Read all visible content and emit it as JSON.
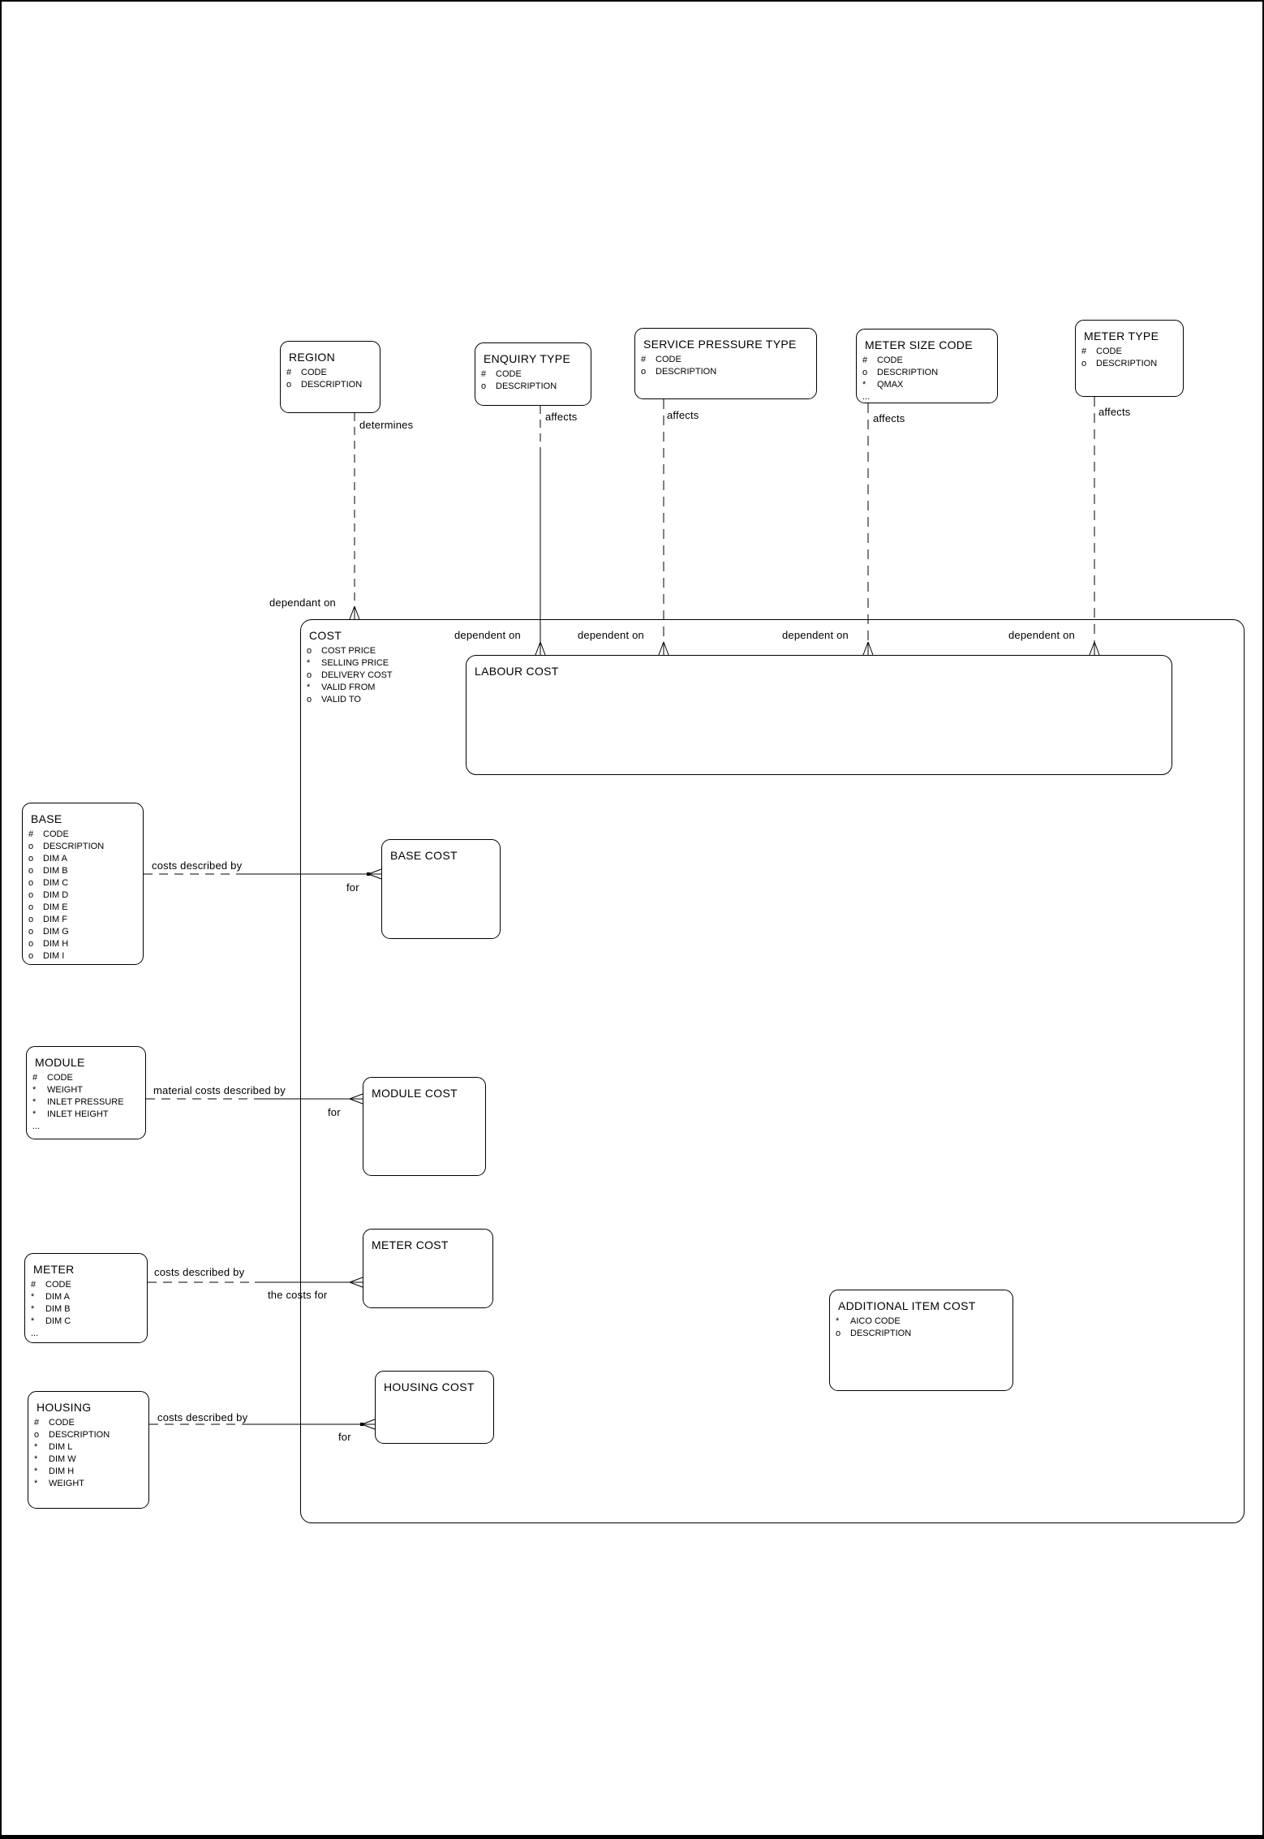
{
  "diagram": {
    "colors": {
      "line": "#000000",
      "background": "#ffffff"
    },
    "entities": {
      "region": {
        "title": "REGION",
        "attributes": [
          {
            "m": "#",
            "n": "CODE"
          },
          {
            "m": "o",
            "n": "DESCRIPTION"
          }
        ]
      },
      "enquiry_type": {
        "title": "ENQUIRY TYPE",
        "attributes": [
          {
            "m": "#",
            "n": "CODE"
          },
          {
            "m": "o",
            "n": "DESCRIPTION"
          }
        ]
      },
      "service_pressure_type": {
        "title": "SERVICE PRESSURE TYPE",
        "attributes": [
          {
            "m": "#",
            "n": "CODE"
          },
          {
            "m": "o",
            "n": "DESCRIPTION"
          }
        ]
      },
      "meter_size_code": {
        "title": "METER SIZE CODE",
        "attributes": [
          {
            "m": "#",
            "n": "CODE"
          },
          {
            "m": "o",
            "n": "DESCRIPTION"
          },
          {
            "m": "*",
            "n": "QMAX"
          },
          {
            "m": "...",
            "n": ""
          }
        ]
      },
      "meter_type": {
        "title": "METER TYPE",
        "attributes": [
          {
            "m": "#",
            "n": "CODE"
          },
          {
            "m": "o",
            "n": "DESCRIPTION"
          }
        ]
      },
      "cost": {
        "title": "COST",
        "attributes": [
          {
            "m": "o",
            "n": "COST PRICE"
          },
          {
            "m": "*",
            "n": "SELLING PRICE"
          },
          {
            "m": "o",
            "n": "DELIVERY COST"
          },
          {
            "m": "*",
            "n": "VALID FROM"
          },
          {
            "m": "o",
            "n": "VALID TO"
          }
        ]
      },
      "labour_cost": {
        "title": "LABOUR COST",
        "attributes": []
      },
      "base": {
        "title": "BASE",
        "attributes": [
          {
            "m": "#",
            "n": "CODE"
          },
          {
            "m": "o",
            "n": "DESCRIPTION"
          },
          {
            "m": "o",
            "n": "DIM A"
          },
          {
            "m": "o",
            "n": "DIM B"
          },
          {
            "m": "o",
            "n": "DIM C"
          },
          {
            "m": "o",
            "n": "DIM D"
          },
          {
            "m": "o",
            "n": "DIM E"
          },
          {
            "m": "o",
            "n": "DIM F"
          },
          {
            "m": "o",
            "n": "DIM G"
          },
          {
            "m": "o",
            "n": "DIM H"
          },
          {
            "m": "o",
            "n": "DIM I"
          }
        ]
      },
      "base_cost": {
        "title": "BASE COST",
        "attributes": []
      },
      "module": {
        "title": "MODULE",
        "attributes": [
          {
            "m": "#",
            "n": "CODE"
          },
          {
            "m": "*",
            "n": "WEIGHT"
          },
          {
            "m": "*",
            "n": "INLET PRESSURE"
          },
          {
            "m": "*",
            "n": "INLET HEIGHT"
          },
          {
            "m": "...",
            "n": ""
          }
        ]
      },
      "module_cost": {
        "title": "MODULE COST",
        "attributes": []
      },
      "meter": {
        "title": "METER",
        "attributes": [
          {
            "m": "#",
            "n": "CODE"
          },
          {
            "m": "*",
            "n": "DIM A"
          },
          {
            "m": "*",
            "n": "DIM B"
          },
          {
            "m": "*",
            "n": "DIM C"
          },
          {
            "m": "...",
            "n": ""
          }
        ]
      },
      "meter_cost": {
        "title": "METER COST",
        "attributes": []
      },
      "housing": {
        "title": "HOUSING",
        "attributes": [
          {
            "m": "#",
            "n": "CODE"
          },
          {
            "m": "o",
            "n": "DESCRIPTION"
          },
          {
            "m": "*",
            "n": "DIM L"
          },
          {
            "m": "*",
            "n": "DIM W"
          },
          {
            "m": "*",
            "n": "DIM H"
          },
          {
            "m": "*",
            "n": "WEIGHT"
          }
        ]
      },
      "housing_cost": {
        "title": "HOUSING COST",
        "attributes": []
      },
      "additional_item_cost": {
        "title": "ADDITIONAL ITEM COST",
        "attributes": [
          {
            "m": "*",
            "n": "AICO CODE"
          },
          {
            "m": "o",
            "n": "DESCRIPTION"
          }
        ]
      }
    },
    "relationships": {
      "region_cost": {
        "from_label": "determines",
        "to_label": "dependant on"
      },
      "enquiry_labour": {
        "from_label": "affects",
        "to_label": "dependent on"
      },
      "service_labour": {
        "from_label": "affects",
        "to_label": "dependent on"
      },
      "meter_size_labour": {
        "from_label": "affects",
        "to_label": "dependent on"
      },
      "meter_type_labour": {
        "from_label": "affects",
        "to_label": "dependent on"
      },
      "base_base_cost": {
        "from_label": "costs described by",
        "to_label": "for"
      },
      "module_module_cost": {
        "from_label": "material costs described by",
        "to_label": "for"
      },
      "meter_meter_cost": {
        "from_label": "costs described by",
        "to_label": "the costs for"
      },
      "housing_housing_cost": {
        "from_label": "costs described by",
        "to_label": "for"
      }
    }
  }
}
